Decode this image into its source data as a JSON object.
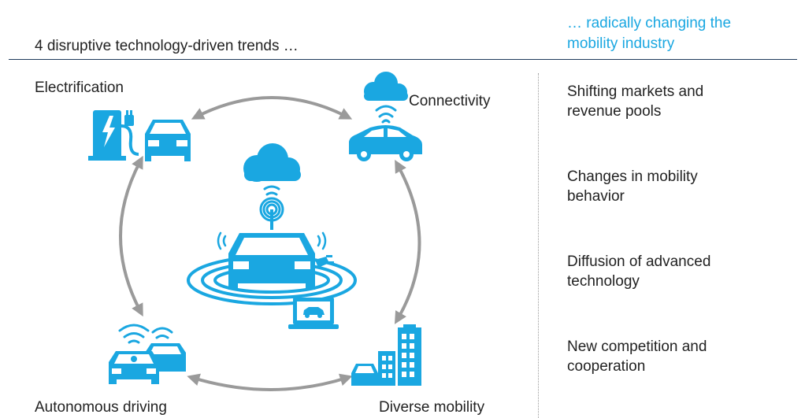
{
  "header": {
    "left_title": "4 disruptive technology-driven trends …",
    "right_title_line1": "… radically changing the",
    "right_title_line2": "mobility industry"
  },
  "trends": {
    "electrification": "Electrification",
    "connectivity": "Connectivity",
    "autonomous_driving": "Autonomous driving",
    "diverse_mobility": "Diverse mobility"
  },
  "impacts": [
    {
      "line1": "Shifting markets and",
      "line2": "revenue pools"
    },
    {
      "line1": "Changes in mobility",
      "line2": "behavior"
    },
    {
      "line1": "Diffusion of advanced",
      "line2": "technology"
    },
    {
      "line1": "New competition and",
      "line2": "cooperation"
    }
  ],
  "colors": {
    "accent": "#1aa7e1",
    "arrow": "#9a9a9a",
    "rule": "#1f3a5c",
    "text": "#222222"
  }
}
